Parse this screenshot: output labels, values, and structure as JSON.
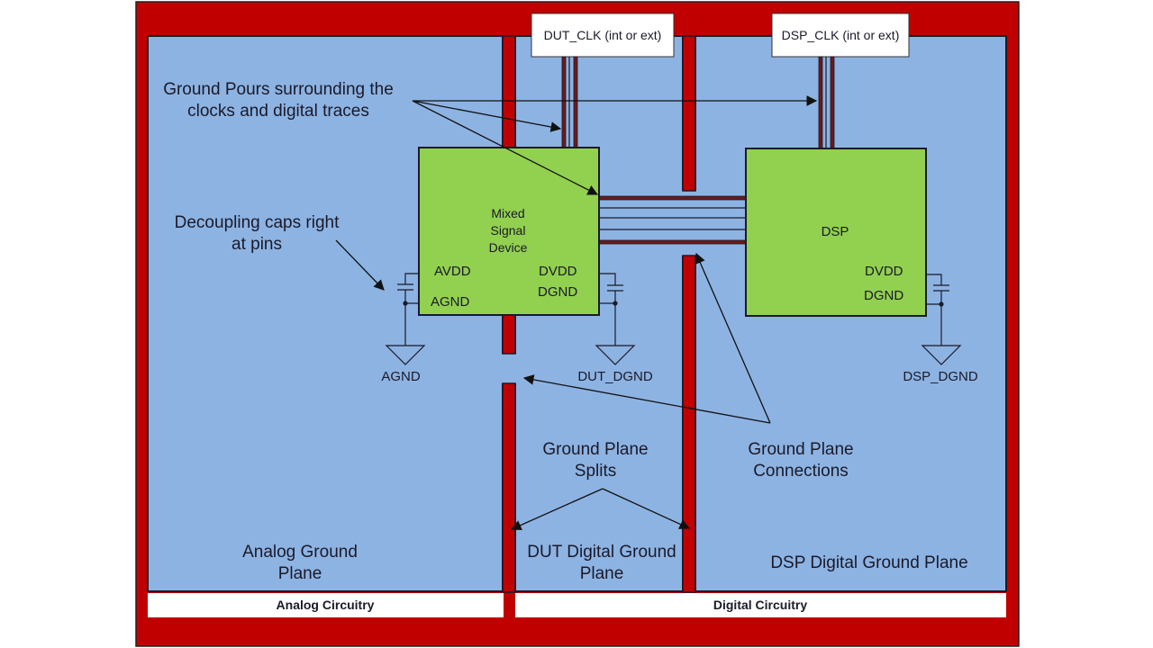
{
  "colors": {
    "board_red": "#c00000",
    "plane_blue": "#8db3e2",
    "chip_green": "#92d050",
    "trace_dark_red": "#6b1a1a",
    "line": "#1a1a2a",
    "footer_white": "#ffffff"
  },
  "clocks": {
    "dut": "DUT_CLK (int or ext)",
    "dsp": "DSP_CLK (int or ext)"
  },
  "chips": {
    "mixed_signal": {
      "name_lines": [
        "Mixed",
        "Signal",
        "Device"
      ],
      "avdd": "AVDD",
      "agnd": "AGND",
      "dvdd": "DVDD",
      "dgnd": "DGND"
    },
    "dsp": {
      "name": "DSP",
      "dvdd": "DVDD",
      "dgnd": "DGND"
    }
  },
  "grounds": {
    "agnd": "AGND",
    "dut_dgnd": "DUT_DGND",
    "dsp_dgnd": "DSP_DGND"
  },
  "annotations": {
    "ground_pours": [
      "Ground Pours surrounding the",
      "clocks and digital traces"
    ],
    "decoupling": [
      "Decoupling caps right",
      "at pins"
    ],
    "splits": [
      "Ground Plane",
      "Splits"
    ],
    "connections": [
      "Ground Plane",
      "Connections"
    ]
  },
  "planes": {
    "analog": [
      "Analog Ground",
      "Plane"
    ],
    "dut_digital": [
      "DUT Digital Ground",
      "Plane"
    ],
    "dsp_digital": "DSP Digital Ground Plane"
  },
  "footer": {
    "analog": "Analog Circuitry",
    "digital": "Digital Circuitry"
  }
}
